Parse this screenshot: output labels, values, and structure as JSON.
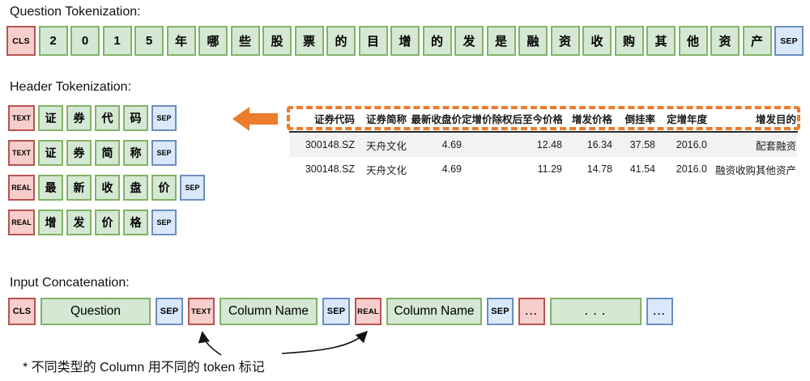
{
  "colors": {
    "pink_fill": "#f8cecc",
    "pink_border": "#b85450",
    "green_fill": "#d5e8d4",
    "green_border": "#82b366",
    "blue_fill": "#dae8fc",
    "blue_border": "#6c8ebf",
    "orange": "#ED7C2B",
    "row_stripe": "#f2f2f2"
  },
  "question_section": {
    "title": "Question Tokenization:",
    "tokens": [
      {
        "label": "CLS",
        "kind": "special"
      },
      {
        "label": "2",
        "kind": "char"
      },
      {
        "label": "0",
        "kind": "char"
      },
      {
        "label": "1",
        "kind": "char"
      },
      {
        "label": "5",
        "kind": "char"
      },
      {
        "label": "年",
        "kind": "char"
      },
      {
        "label": "哪",
        "kind": "char"
      },
      {
        "label": "些",
        "kind": "char"
      },
      {
        "label": "股",
        "kind": "char"
      },
      {
        "label": "票",
        "kind": "char"
      },
      {
        "label": "的",
        "kind": "char"
      },
      {
        "label": "目",
        "kind": "char"
      },
      {
        "label": "增",
        "kind": "char"
      },
      {
        "label": "的",
        "kind": "char"
      },
      {
        "label": "发",
        "kind": "char"
      },
      {
        "label": "是",
        "kind": "char"
      },
      {
        "label": "融",
        "kind": "char"
      },
      {
        "label": "资",
        "kind": "char"
      },
      {
        "label": "收",
        "kind": "char"
      },
      {
        "label": "购",
        "kind": "char"
      },
      {
        "label": "其",
        "kind": "char"
      },
      {
        "label": "他",
        "kind": "char"
      },
      {
        "label": "资",
        "kind": "char"
      },
      {
        "label": "产",
        "kind": "char"
      },
      {
        "label": "SEP",
        "kind": "sep"
      }
    ]
  },
  "header_section": {
    "title": "Header Tokenization:",
    "rows": [
      {
        "type_token": "TEXT",
        "chars": [
          "证",
          "券",
          "代",
          "码"
        ],
        "sep": "SEP"
      },
      {
        "type_token": "TEXT",
        "chars": [
          "证",
          "券",
          "简",
          "称"
        ],
        "sep": "SEP"
      },
      {
        "type_token": "REAL",
        "chars": [
          "最",
          "新",
          "收",
          "盘",
          "价"
        ],
        "sep": "SEP"
      },
      {
        "type_token": "REAL",
        "chars": [
          "增",
          "发",
          "价",
          "格"
        ],
        "sep": "SEP"
      }
    ]
  },
  "table": {
    "headers": [
      "证券代码",
      "证券简称",
      "最新收盘价",
      "定增价除权后至今价格",
      "增发价格",
      "倒挂率",
      "定增年度",
      "增发目的"
    ],
    "rows": [
      [
        "300148.SZ",
        "天舟文化",
        "4.69",
        "12.48",
        "16.34",
        "37.58",
        "2016.0",
        "配套融资"
      ],
      [
        "300148.SZ",
        "天舟文化",
        "4.69",
        "11.29",
        "14.78",
        "41.54",
        "2016.0",
        "融资收购其他资产"
      ]
    ]
  },
  "input_section": {
    "title": "Input Concatenation:",
    "tokens": [
      {
        "label": "CLS",
        "kind": "special"
      },
      {
        "label": "Question",
        "kind": "char"
      },
      {
        "label": "SEP",
        "kind": "sep"
      },
      {
        "label": "TEXT",
        "kind": "special"
      },
      {
        "label": "Column Name",
        "kind": "char"
      },
      {
        "label": "SEP",
        "kind": "sep"
      },
      {
        "label": "REAL",
        "kind": "special"
      },
      {
        "label": "Column Name",
        "kind": "char"
      },
      {
        "label": "SEP",
        "kind": "sep"
      },
      {
        "label": "...",
        "kind": "special"
      },
      {
        "label": ". . .",
        "kind": "char"
      },
      {
        "label": "...",
        "kind": "sep"
      }
    ]
  },
  "note": "* 不同类型的 Column 用不同的 token 标记"
}
